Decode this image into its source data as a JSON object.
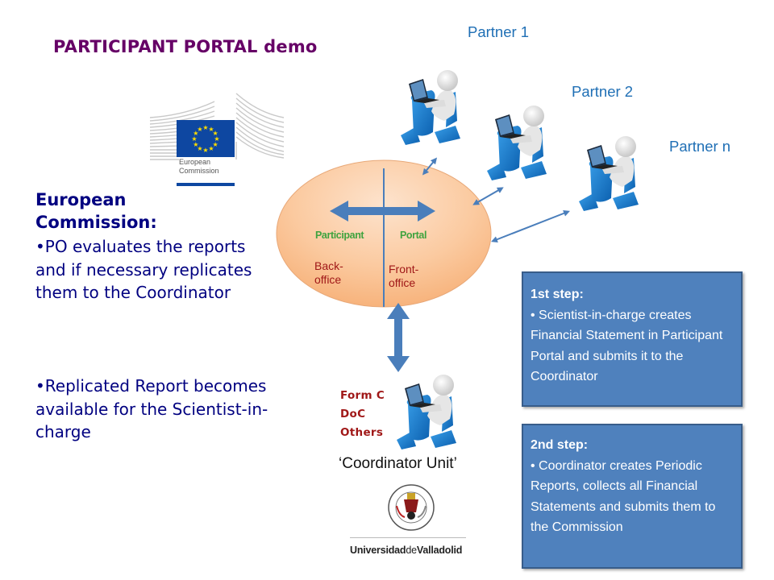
{
  "slide": {
    "title": "PARTICIPANT PORTAL demo"
  },
  "ec_logo": {
    "line1": "European",
    "line2": "Commission"
  },
  "european_commission": {
    "heading": "European Commission:",
    "bullets": [
      "•PO evaluates the reports and if necessary replicates them to the Coordinator",
      "•Replicated Report becomes available for the Scientist-in-charge"
    ]
  },
  "partners": [
    {
      "label": "Partner 1"
    },
    {
      "label": "Partner 2"
    },
    {
      "label": "Partner n"
    }
  ],
  "portal": {
    "left_label": "Participant",
    "right_label": "Portal",
    "back_office_line1": "Back-",
    "back_office_line2": "office",
    "front_office_line1": "Front-",
    "front_office_line2": "office"
  },
  "coordinator": {
    "documents": [
      "Form C",
      "DoC",
      "Others"
    ],
    "unit_label": "‘Coordinator Unit’",
    "university_prefix": "Universidad",
    "university_de": "de",
    "university_suffix": "Valladolid"
  },
  "steps": [
    {
      "title": "1st step:",
      "text": "• Scientist-in-charge  creates Financial Statement in Participant Portal and submits it to the Coordinator"
    },
    {
      "title": "2nd step:",
      "text": "• Coordinator  creates Periodic Reports, collects all Financial Statements and submits them to the Commission"
    }
  ],
  "colors": {
    "title": "#660066",
    "ec_text": "#000080",
    "partner_label": "#1f6fb5",
    "ellipse_fill": "#fbc9a0",
    "arrow": "#4a7ebb",
    "step_box": "#4f81bd",
    "portal_words": "#3fa33f",
    "office_text": "#a01818"
  }
}
